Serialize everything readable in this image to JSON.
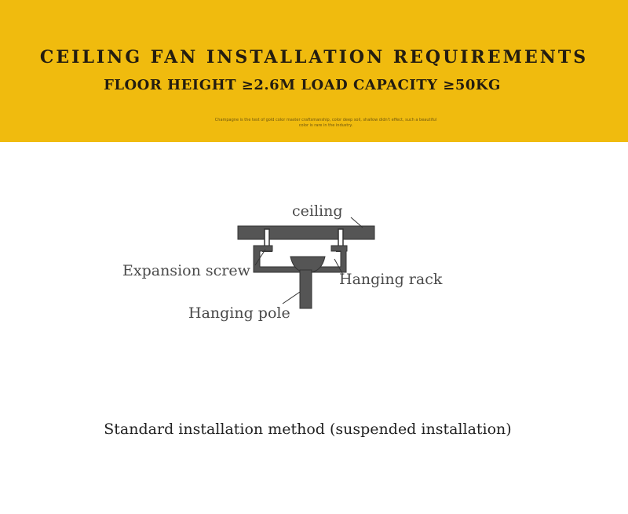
{
  "banner": {
    "title": "CEILING FAN INSTALLATION REQUIREMENTS",
    "subtitle": "FLOOR HEIGHT ≥2.6M LOAD CAPACITY ≥50KG",
    "small_text": "Champagne is the test of gold color master craftsmanship, color deep soil, shallow didn't effect, such a beautiful color is rare in the industry.",
    "background_color": "#f0bb0e"
  },
  "diagram": {
    "labels": {
      "ceiling": "ceiling",
      "expansion_screw": "Expansion screw",
      "hanging_rack": "Hanging rack",
      "hanging_pole": "Hanging pole"
    },
    "part_color": "#4a4a4a"
  },
  "caption": "Standard installation method (suspended installation)"
}
